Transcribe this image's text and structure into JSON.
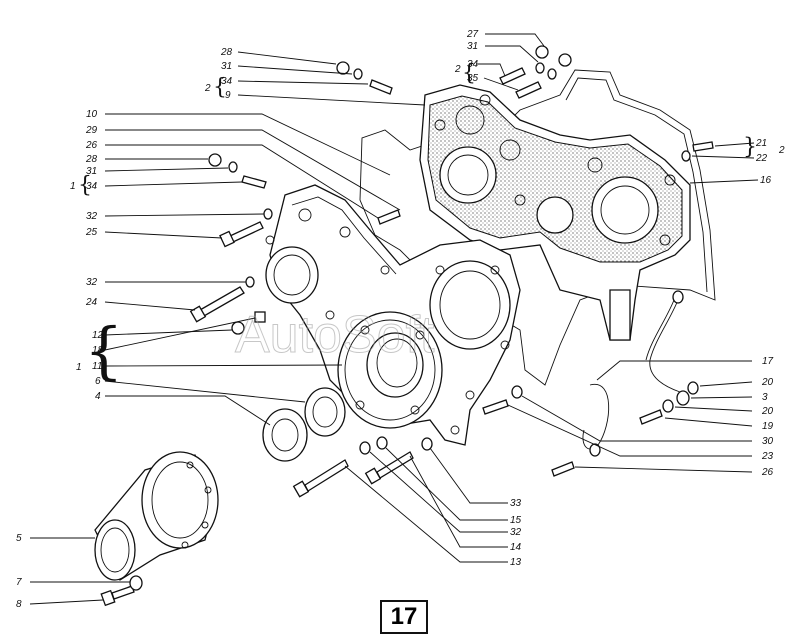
{
  "page_number": "17",
  "watermark": "AutoSoft",
  "callouts_left": [
    "28",
    "31",
    "34",
    "9",
    "10",
    "29",
    "26",
    "28",
    "31",
    "34",
    "32",
    "25",
    "32",
    "24",
    "12",
    "18",
    "11",
    "6",
    "4",
    "5",
    "7",
    "8"
  ],
  "group_labels": [
    "2",
    "1",
    "1",
    "2",
    "2"
  ],
  "callouts_top_right": [
    "27",
    "31",
    "34",
    "35"
  ],
  "callouts_right": [
    "21",
    "22",
    "16",
    "17",
    "20",
    "3",
    "20",
    "19",
    "30",
    "23",
    "26"
  ],
  "callouts_bottom": [
    "33",
    "15",
    "32",
    "14",
    "13"
  ]
}
